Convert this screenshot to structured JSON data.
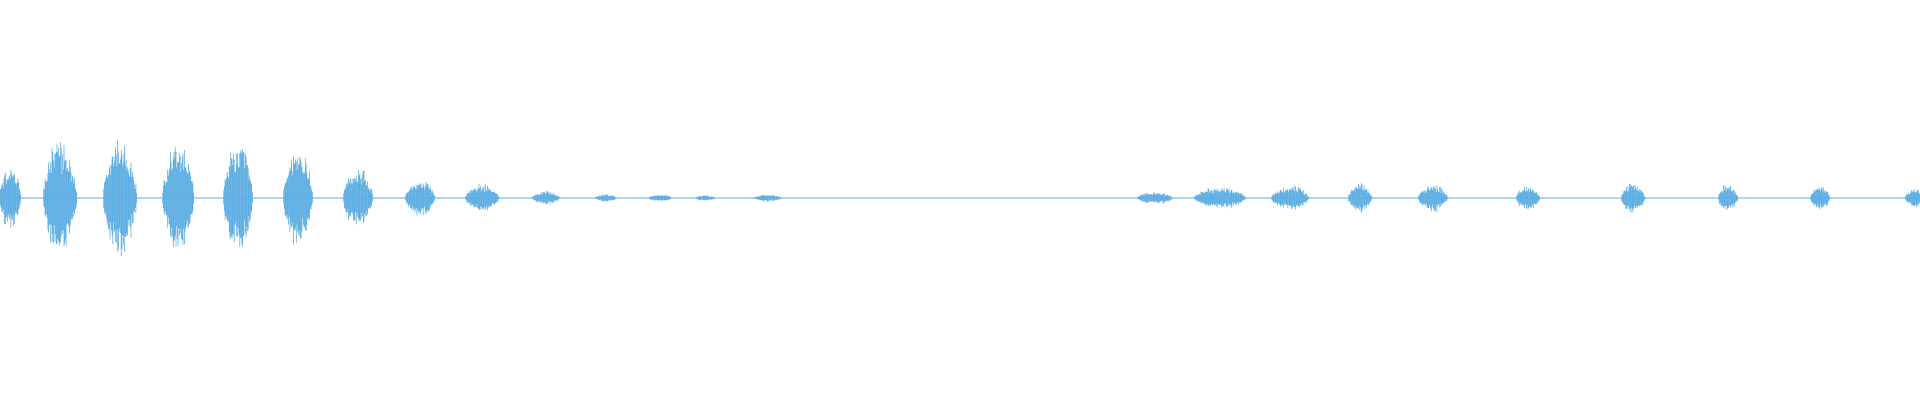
{
  "waveform": {
    "color": "#5dade2",
    "background": "#ffffff",
    "duration_units": 1920,
    "peak_amplitude": 1.0,
    "baseline_amplitude": 0.012,
    "bursts": [
      {
        "center": 10,
        "width": 22,
        "amplitude": 0.5
      },
      {
        "center": 60,
        "width": 34,
        "amplitude": 0.93
      },
      {
        "center": 120,
        "width": 34,
        "amplitude": 0.97
      },
      {
        "center": 178,
        "width": 32,
        "amplitude": 0.9
      },
      {
        "center": 238,
        "width": 30,
        "amplitude": 0.88
      },
      {
        "center": 298,
        "width": 30,
        "amplitude": 0.78
      },
      {
        "center": 358,
        "width": 30,
        "amplitude": 0.48
      },
      {
        "center": 420,
        "width": 30,
        "amplitude": 0.3
      },
      {
        "center": 482,
        "width": 34,
        "amplitude": 0.23
      },
      {
        "center": 546,
        "width": 28,
        "amplitude": 0.11
      },
      {
        "center": 606,
        "width": 22,
        "amplitude": 0.06
      },
      {
        "center": 660,
        "width": 24,
        "amplitude": 0.06
      },
      {
        "center": 705,
        "width": 20,
        "amplitude": 0.05
      },
      {
        "center": 768,
        "width": 28,
        "amplitude": 0.06
      },
      {
        "center": 1155,
        "width": 36,
        "amplitude": 0.1
      },
      {
        "center": 1220,
        "width": 52,
        "amplitude": 0.18
      },
      {
        "center": 1290,
        "width": 38,
        "amplitude": 0.2
      },
      {
        "center": 1360,
        "width": 24,
        "amplitude": 0.23
      },
      {
        "center": 1433,
        "width": 30,
        "amplitude": 0.22
      },
      {
        "center": 1528,
        "width": 24,
        "amplitude": 0.21
      },
      {
        "center": 1633,
        "width": 24,
        "amplitude": 0.24
      },
      {
        "center": 1728,
        "width": 20,
        "amplitude": 0.23
      },
      {
        "center": 1820,
        "width": 20,
        "amplitude": 0.19
      },
      {
        "center": 1915,
        "width": 20,
        "amplitude": 0.15
      }
    ]
  }
}
